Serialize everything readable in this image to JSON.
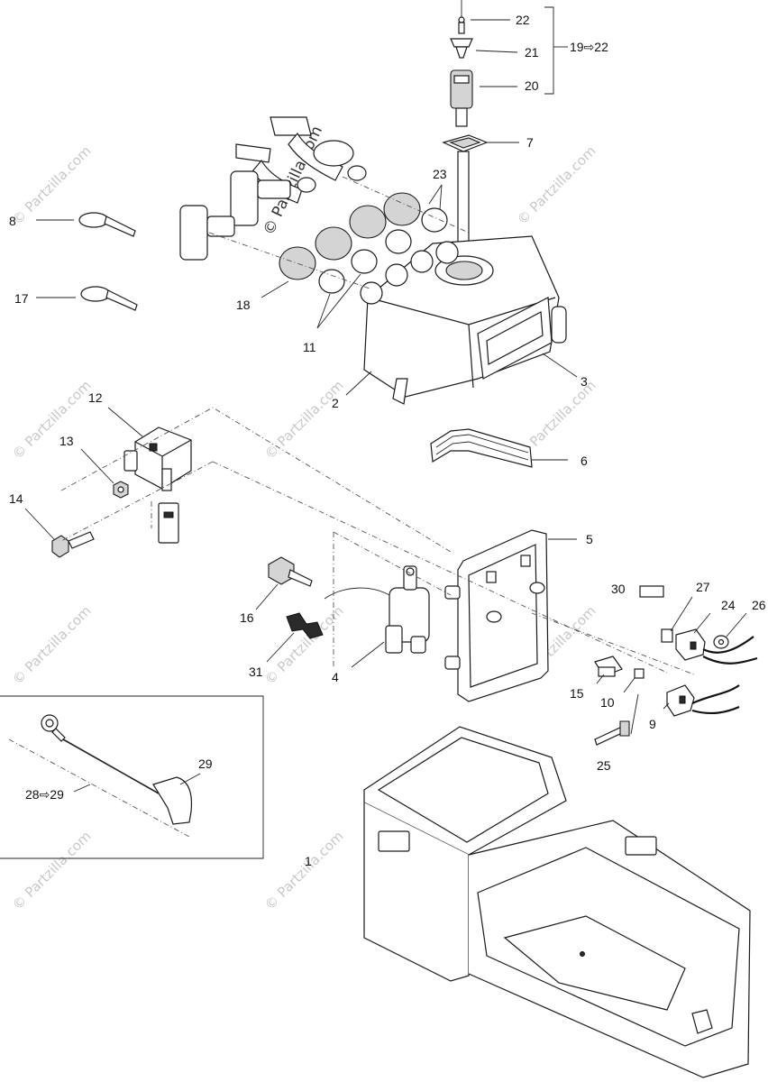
{
  "watermark": {
    "main": "© Partzilla.com",
    "repeat": "© Partzilla.com"
  },
  "callouts": [
    {
      "id": "c1",
      "text": "1"
    },
    {
      "id": "c2",
      "text": "2"
    },
    {
      "id": "c3",
      "text": "3"
    },
    {
      "id": "c4",
      "text": "4"
    },
    {
      "id": "c5",
      "text": "5"
    },
    {
      "id": "c6",
      "text": "6"
    },
    {
      "id": "c7",
      "text": "7"
    },
    {
      "id": "c8",
      "text": "8"
    },
    {
      "id": "c9",
      "text": "9"
    },
    {
      "id": "c10",
      "text": "10"
    },
    {
      "id": "c11",
      "text": "11"
    },
    {
      "id": "c12",
      "text": "12"
    },
    {
      "id": "c13",
      "text": "13"
    },
    {
      "id": "c14",
      "text": "14"
    },
    {
      "id": "c15",
      "text": "15"
    },
    {
      "id": "c16",
      "text": "16"
    },
    {
      "id": "c17",
      "text": "17"
    },
    {
      "id": "c18",
      "text": "18"
    },
    {
      "id": "c20",
      "text": "20"
    },
    {
      "id": "c21",
      "text": "21"
    },
    {
      "id": "c22",
      "text": "22"
    },
    {
      "id": "c23",
      "text": "23"
    },
    {
      "id": "c24",
      "text": "24"
    },
    {
      "id": "c25",
      "text": "25"
    },
    {
      "id": "c26",
      "text": "26"
    },
    {
      "id": "c27",
      "text": "27"
    },
    {
      "id": "c29",
      "text": "29"
    },
    {
      "id": "c30",
      "text": "30"
    },
    {
      "id": "c31",
      "text": "31"
    }
  ],
  "ranges": [
    {
      "id": "r19",
      "text": "19⇨22"
    },
    {
      "id": "r28",
      "text": "28⇨29"
    }
  ]
}
